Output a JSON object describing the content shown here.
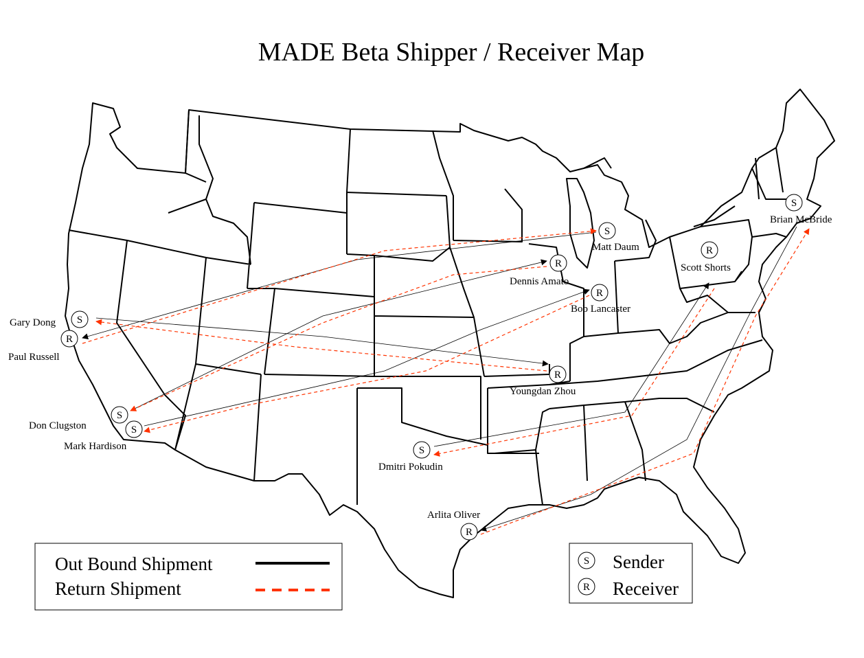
{
  "title": "MADE Beta Shipper / Receiver Map",
  "colors": {
    "outbound": "#000000",
    "return": "#ff3300"
  },
  "legend": {
    "outbound_label": "Out Bound Shipment",
    "return_label": "Return Shipment",
    "sender_letter": "S",
    "sender_label": "Sender",
    "receiver_letter": "R",
    "receiver_label": "Receiver"
  },
  "participants": [
    {
      "id": "gary-dong",
      "name": "Gary Dong",
      "role": "S"
    },
    {
      "id": "paul-russell",
      "name": "Paul Russell",
      "role": "R"
    },
    {
      "id": "don-clugston",
      "name": "Don Clugston",
      "role": "S"
    },
    {
      "id": "mark-hardison",
      "name": "Mark Hardison",
      "role": "S"
    },
    {
      "id": "matt-daum",
      "name": "Matt Daum",
      "role": "S"
    },
    {
      "id": "dennis-amato",
      "name": "Dennis Amato",
      "role": "R"
    },
    {
      "id": "bob-lancaster",
      "name": "Bob Lancaster",
      "role": "R"
    },
    {
      "id": "youngdan-zhou",
      "name": "Youngdan Zhou",
      "role": "R"
    },
    {
      "id": "scott-shorts",
      "name": "Scott Shorts",
      "role": "R"
    },
    {
      "id": "brian-mcbride",
      "name": "Brian McBride",
      "role": "S"
    },
    {
      "id": "dmitri-pokudin",
      "name": "Dmitri Pokudin",
      "role": "S"
    },
    {
      "id": "arlita-oliver",
      "name": "Arlita Oliver",
      "role": "R"
    }
  ],
  "shipments": {
    "outbound": [
      {
        "from": "gary-dong",
        "to": "youngdan-zhou"
      },
      {
        "from": "matt-daum",
        "to": "paul-russell"
      },
      {
        "from": "don-clugston",
        "to": "dennis-amato"
      },
      {
        "from": "mark-hardison",
        "to": "bob-lancaster"
      },
      {
        "from": "brian-mcbride",
        "to": "arlita-oliver"
      },
      {
        "from": "dmitri-pokudin",
        "to": "scott-shorts"
      }
    ],
    "return": [
      {
        "from": "youngdan-zhou",
        "to": "gary-dong"
      },
      {
        "from": "paul-russell",
        "to": "matt-daum"
      },
      {
        "from": "dennis-amato",
        "to": "don-clugston"
      },
      {
        "from": "bob-lancaster",
        "to": "mark-hardison"
      },
      {
        "from": "arlita-oliver",
        "to": "brian-mcbride"
      },
      {
        "from": "scott-shorts",
        "to": "dmitri-pokudin"
      }
    ]
  }
}
